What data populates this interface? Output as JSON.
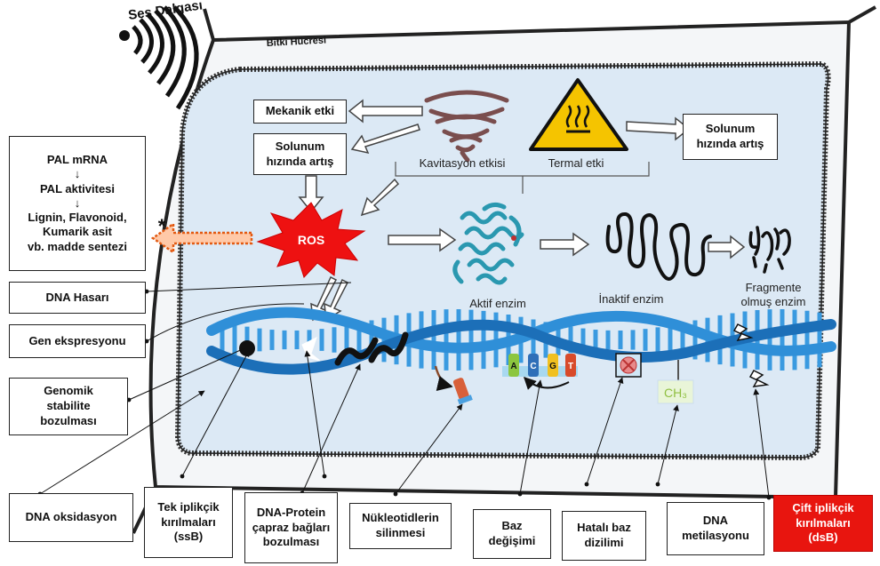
{
  "sound_wave": "Ses Dalgası",
  "plant_cell": "Bitki Hücresi",
  "boxes": {
    "mechanical": "Mekanik etki",
    "resp_left_1": "Solunum",
    "resp_left_2": "hızında artış",
    "resp_right_1": "Solunum",
    "resp_right_2": "hızında artış",
    "pal": [
      "PAL mRNA",
      "↓",
      "PAL aktivitesi",
      "↓",
      "Lignin, Flavonoid,",
      "Kumarik asit",
      "vb. madde sentezi"
    ],
    "dna_damage": "DNA Hasarı",
    "gene_expression": "Gen ekspresyonu",
    "genomic": [
      "Genomik",
      "stabilite",
      "bozulması"
    ]
  },
  "labels": {
    "cavitation": "Kavitasyon etkisi",
    "thermal": "Termal etki",
    "ros": "ROS",
    "asterisk": "*",
    "active_enzyme": "Aktif enzim",
    "inactive_enzyme": "İnaktif enzim",
    "fragmented_1": "Fragmente",
    "fragmented_2": "olmuş enzim",
    "ch3": "CH₃",
    "bases": [
      "A",
      "C",
      "G",
      "T"
    ]
  },
  "bottom": {
    "oxidation": "DNA oksidasyon",
    "ssb": [
      "Tek iplikçik",
      "kırılmaları",
      "(ssB)"
    ],
    "crosslink": [
      "DNA-Protein",
      "çapraz bağları",
      "bozulması"
    ],
    "deletion": [
      "Nükleotidlerin",
      "silinmesi"
    ],
    "base_change": [
      "Baz",
      "değişimi"
    ],
    "mismatch": [
      "Hatalı baz",
      "dizilimi"
    ],
    "methylation": [
      "DNA",
      "metilasyonu"
    ],
    "dsb": [
      "Çift iplikçik",
      "kırılmaları",
      "(dsB)"
    ]
  },
  "colors": {
    "ros": "#ee1111",
    "dna": "#2f8fd8",
    "cell_fill": "#dce9f5",
    "dsb_box": "#e8150f",
    "warning": "#f5c400"
  }
}
